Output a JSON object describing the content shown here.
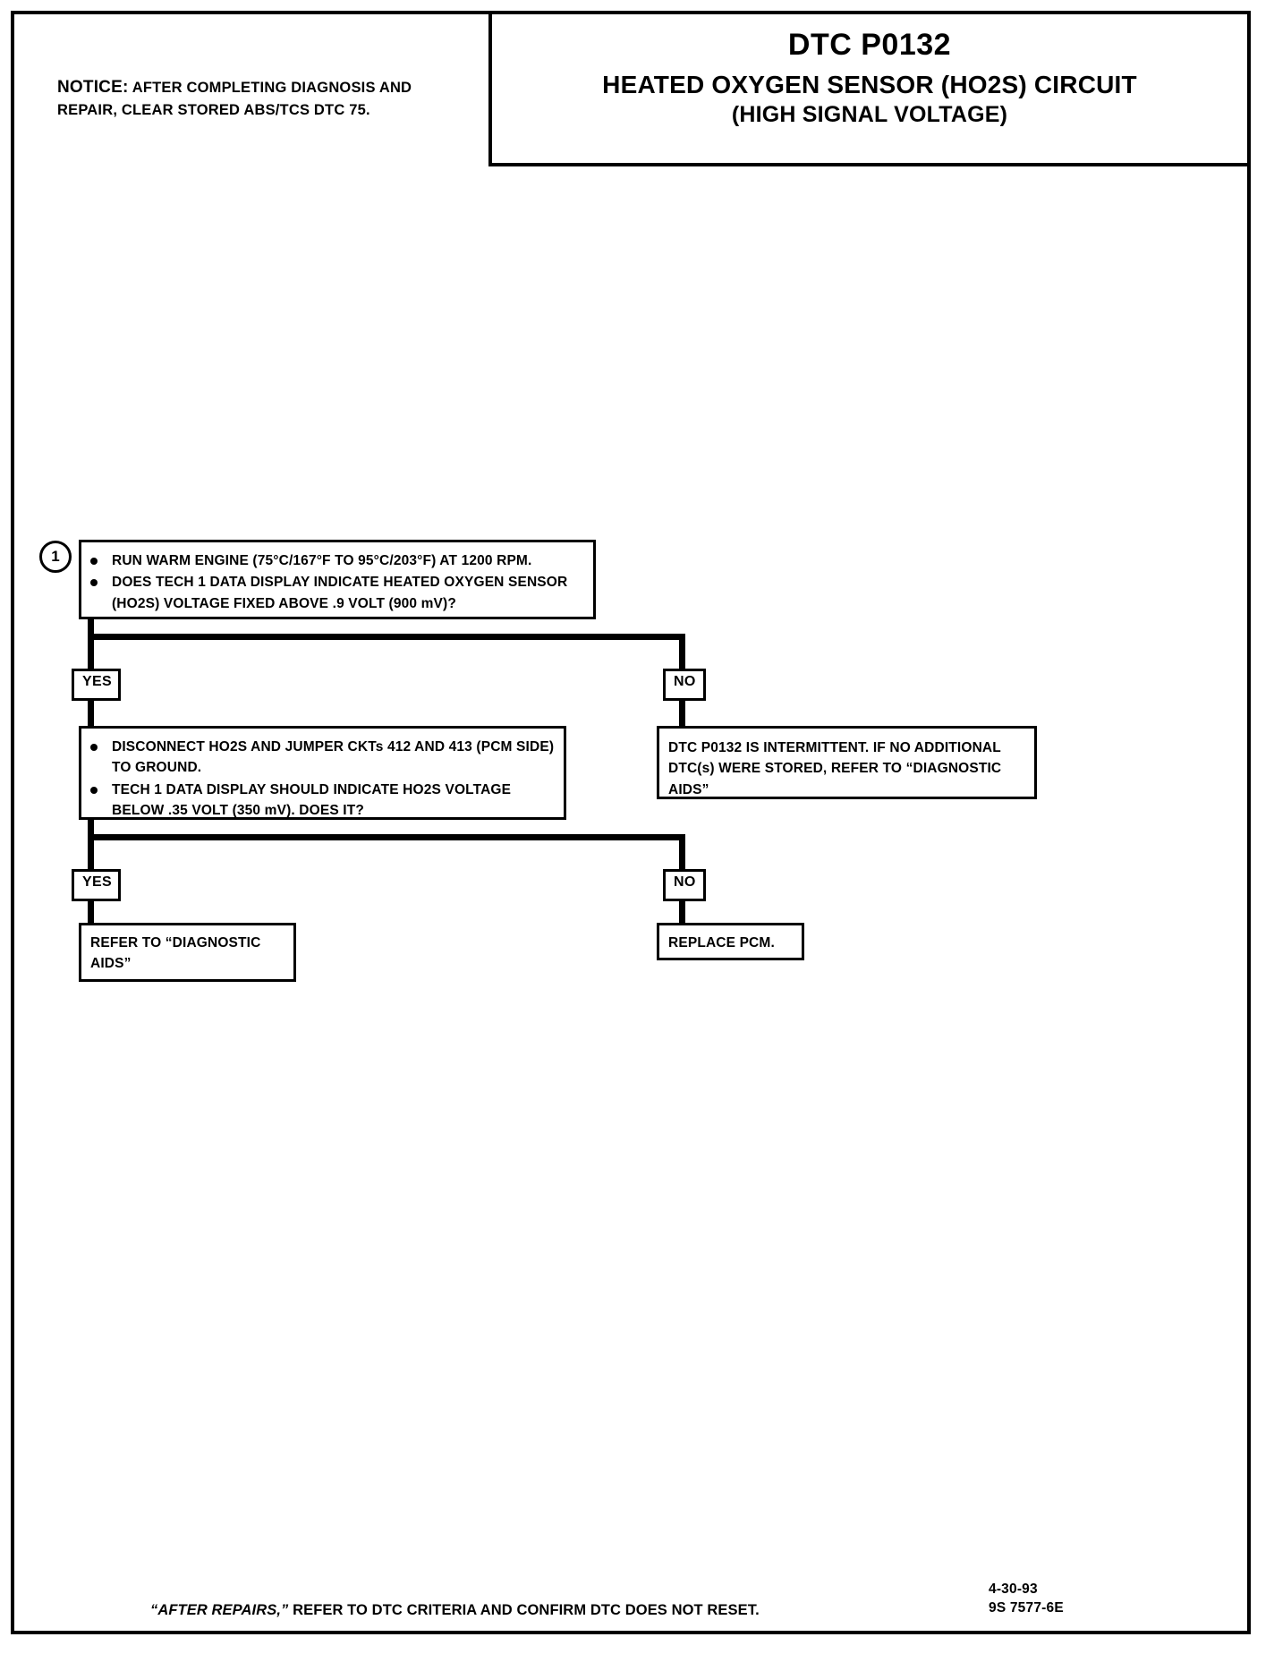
{
  "document": {
    "title_code": "DTC P0132",
    "title_line1": "HEATED OXYGEN SENSOR (HO2S) CIRCUIT",
    "title_line2": "(HIGH SIGNAL VOLTAGE)"
  },
  "notice": {
    "label": "NOTICE:",
    "text": "AFTER COMPLETING DIAGNOSIS AND REPAIR, CLEAR STORED ABS/TCS DTC 75."
  },
  "flow": {
    "step1": {
      "number": "1",
      "bullets": [
        "RUN WARM ENGINE (75°C/167°F TO 95°C/203°F) AT 1200 RPM.",
        "DOES TECH 1 DATA DISPLAY INDICATE HEATED OXYGEN SENSOR (HO2S) VOLTAGE FIXED ABOVE .9 VOLT (900 mV)?"
      ]
    },
    "step1_yes_label": "YES",
    "step1_no_label": "NO",
    "step2": {
      "bullets": [
        "DISCONNECT HO2S AND JUMPER CKTs 412 AND 413 (PCM SIDE) TO GROUND.",
        "TECH 1 DATA DISPLAY SHOULD INDICATE HO2S VOLTAGE BELOW .35 VOLT (350 mV). DOES IT?"
      ]
    },
    "intermittent_box": "DTC P0132 IS INTERMITTENT.  IF NO ADDITIONAL DTC(s) WERE STORED, REFER TO “DIAGNOSTIC AIDS”",
    "step2_yes_label": "YES",
    "step2_no_label": "NO",
    "result_yes": "REFER TO “DIAGNOSTIC AIDS”",
    "result_no": "REPLACE PCM."
  },
  "footer": {
    "note_italic": "“AFTER REPAIRS,”",
    "note_rest": " REFER TO DTC CRITERIA AND CONFIRM DTC DOES NOT RESET.",
    "date": "4-30-93",
    "code": "9S 7577-6E"
  }
}
